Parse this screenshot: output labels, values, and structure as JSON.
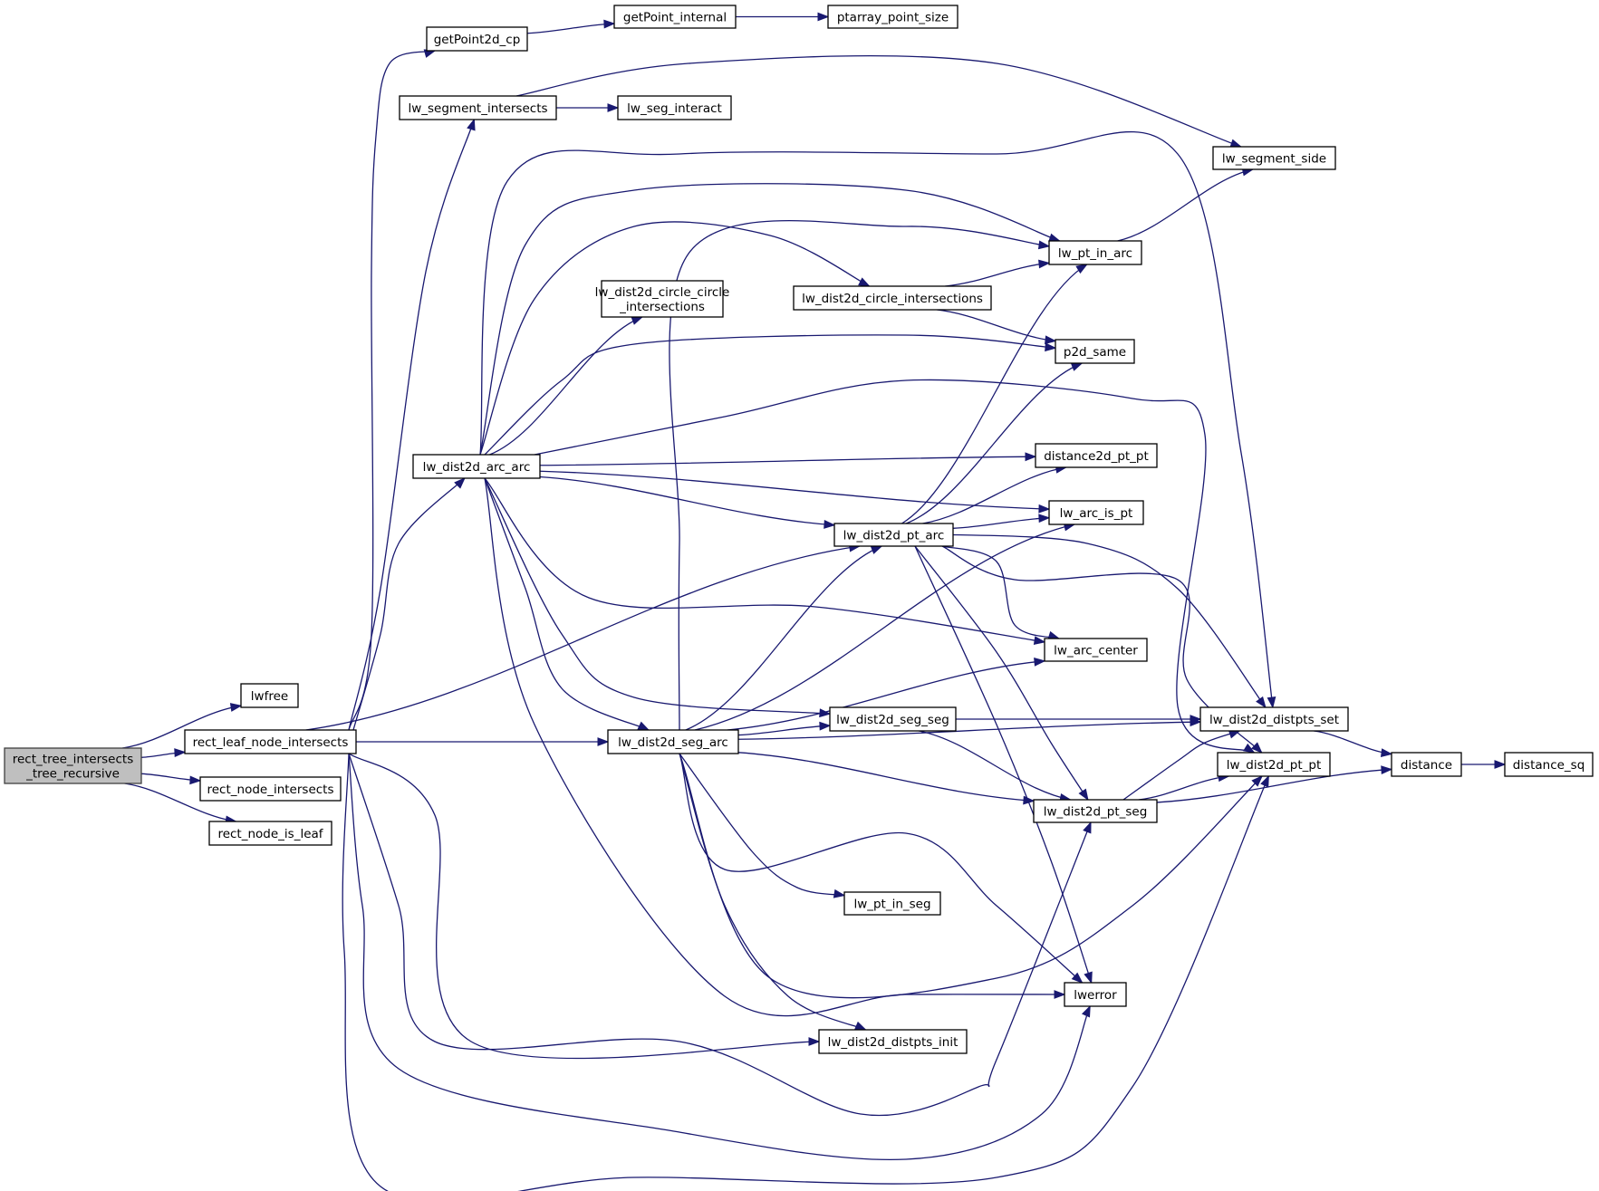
{
  "title": "rect_tree_intersects_tree_recursive call graph",
  "colors": {
    "edge": "#191970",
    "root_fill": "#bfbfbf",
    "node_fill": "#ffffff",
    "node_border": "#000000"
  },
  "nodes": [
    {
      "id": "root",
      "label": [
        "rect_tree_intersects",
        "_tree_recursive"
      ],
      "root": true
    },
    {
      "id": "lwfree",
      "label": [
        "lwfree"
      ]
    },
    {
      "id": "rect_leaf_node_intersects",
      "label": [
        "rect_leaf_node_intersects"
      ]
    },
    {
      "id": "rect_node_intersects",
      "label": [
        "rect_node_intersects"
      ]
    },
    {
      "id": "rect_node_is_leaf",
      "label": [
        "rect_node_is_leaf"
      ]
    },
    {
      "id": "getPoint2d_cp",
      "label": [
        "getPoint2d_cp"
      ]
    },
    {
      "id": "getPoint_internal",
      "label": [
        "getPoint_internal"
      ]
    },
    {
      "id": "ptarray_point_size",
      "label": [
        "ptarray_point_size"
      ]
    },
    {
      "id": "lw_segment_intersects",
      "label": [
        "lw_segment_intersects"
      ]
    },
    {
      "id": "lw_seg_interact",
      "label": [
        "lw_seg_interact"
      ]
    },
    {
      "id": "lw_segment_side",
      "label": [
        "lw_segment_side"
      ]
    },
    {
      "id": "lw_pt_in_arc",
      "label": [
        "lw_pt_in_arc"
      ]
    },
    {
      "id": "lw_dist2d_circle_circle_intersections",
      "label": [
        "lw_dist2d_circle_circle",
        "_intersections"
      ]
    },
    {
      "id": "lw_dist2d_circle_intersections",
      "label": [
        "lw_dist2d_circle_intersections"
      ]
    },
    {
      "id": "p2d_same",
      "label": [
        "p2d_same"
      ]
    },
    {
      "id": "lw_dist2d_arc_arc",
      "label": [
        "lw_dist2d_arc_arc"
      ]
    },
    {
      "id": "distance2d_pt_pt",
      "label": [
        "distance2d_pt_pt"
      ]
    },
    {
      "id": "lw_arc_is_pt",
      "label": [
        "lw_arc_is_pt"
      ]
    },
    {
      "id": "lw_dist2d_pt_arc",
      "label": [
        "lw_dist2d_pt_arc"
      ]
    },
    {
      "id": "lw_arc_center",
      "label": [
        "lw_arc_center"
      ]
    },
    {
      "id": "lw_dist2d_seg_seg",
      "label": [
        "lw_dist2d_seg_seg"
      ]
    },
    {
      "id": "lw_dist2d_seg_arc",
      "label": [
        "lw_dist2d_seg_arc"
      ]
    },
    {
      "id": "lw_dist2d_distpts_set",
      "label": [
        "lw_dist2d_distpts_set"
      ]
    },
    {
      "id": "lw_dist2d_pt_pt",
      "label": [
        "lw_dist2d_pt_pt"
      ]
    },
    {
      "id": "distance",
      "label": [
        "distance"
      ]
    },
    {
      "id": "distance_sq",
      "label": [
        "distance_sq"
      ]
    },
    {
      "id": "lw_dist2d_pt_seg",
      "label": [
        "lw_dist2d_pt_seg"
      ]
    },
    {
      "id": "lw_pt_in_seg",
      "label": [
        "lw_pt_in_seg"
      ]
    },
    {
      "id": "lwerror",
      "label": [
        "lwerror"
      ]
    },
    {
      "id": "lw_dist2d_distpts_init",
      "label": [
        "lw_dist2d_distpts_init"
      ]
    }
  ],
  "edges": [
    [
      "root",
      "lwfree"
    ],
    [
      "root",
      "rect_leaf_node_intersects"
    ],
    [
      "root",
      "rect_node_intersects"
    ],
    [
      "root",
      "rect_node_is_leaf"
    ],
    [
      "rect_leaf_node_intersects",
      "getPoint2d_cp"
    ],
    [
      "rect_leaf_node_intersects",
      "lw_segment_intersects"
    ],
    [
      "rect_leaf_node_intersects",
      "lw_dist2d_arc_arc"
    ],
    [
      "rect_leaf_node_intersects",
      "lw_dist2d_pt_arc"
    ],
    [
      "rect_leaf_node_intersects",
      "lw_dist2d_seg_arc"
    ],
    [
      "rect_leaf_node_intersects",
      "lw_dist2d_distpts_init"
    ],
    [
      "rect_leaf_node_intersects",
      "lw_dist2d_pt_seg"
    ],
    [
      "rect_leaf_node_intersects",
      "lwerror"
    ],
    [
      "rect_leaf_node_intersects",
      "lw_dist2d_pt_pt"
    ],
    [
      "getPoint2d_cp",
      "getPoint_internal"
    ],
    [
      "getPoint_internal",
      "ptarray_point_size"
    ],
    [
      "lw_segment_intersects",
      "lw_seg_interact"
    ],
    [
      "lw_segment_intersects",
      "lw_segment_side"
    ],
    [
      "lw_pt_in_arc",
      "lw_segment_side"
    ],
    [
      "lw_dist2d_arc_arc",
      "lw_dist2d_distpts_set"
    ],
    [
      "lw_dist2d_arc_arc",
      "lw_pt_in_arc"
    ],
    [
      "lw_dist2d_arc_arc",
      "lw_dist2d_circle_intersections"
    ],
    [
      "lw_dist2d_arc_arc",
      "lw_dist2d_circle_circle_intersections"
    ],
    [
      "lw_dist2d_arc_arc",
      "p2d_same"
    ],
    [
      "lw_dist2d_arc_arc",
      "lw_dist2d_pt_pt"
    ],
    [
      "lw_dist2d_arc_arc",
      "distance2d_pt_pt"
    ],
    [
      "lw_dist2d_arc_arc",
      "lw_arc_is_pt"
    ],
    [
      "lw_dist2d_arc_arc",
      "lw_dist2d_pt_arc"
    ],
    [
      "lw_dist2d_arc_arc",
      "lw_arc_center"
    ],
    [
      "lw_dist2d_arc_arc",
      "lw_dist2d_seg_seg"
    ],
    [
      "lw_dist2d_arc_arc",
      "lw_dist2d_seg_arc"
    ],
    [
      "lw_dist2d_arc_arc",
      "lwerror"
    ],
    [
      "lw_dist2d_circle_intersections",
      "lw_pt_in_arc"
    ],
    [
      "lw_dist2d_circle_intersections",
      "p2d_same"
    ],
    [
      "lw_dist2d_pt_arc",
      "lw_pt_in_arc"
    ],
    [
      "lw_dist2d_pt_arc",
      "p2d_same"
    ],
    [
      "lw_dist2d_pt_arc",
      "distance2d_pt_pt"
    ],
    [
      "lw_dist2d_pt_arc",
      "lw_arc_is_pt"
    ],
    [
      "lw_dist2d_pt_arc",
      "lw_arc_center"
    ],
    [
      "lw_dist2d_pt_arc",
      "lw_dist2d_distpts_set"
    ],
    [
      "lw_dist2d_pt_arc",
      "lw_dist2d_pt_pt"
    ],
    [
      "lw_dist2d_pt_arc",
      "lw_dist2d_pt_seg"
    ],
    [
      "lw_dist2d_pt_arc",
      "lwerror"
    ],
    [
      "lw_dist2d_seg_arc",
      "lw_pt_in_arc"
    ],
    [
      "lw_dist2d_seg_arc",
      "lw_dist2d_pt_arc"
    ],
    [
      "lw_dist2d_seg_arc",
      "lw_arc_is_pt"
    ],
    [
      "lw_dist2d_seg_arc",
      "lw_arc_center"
    ],
    [
      "lw_dist2d_seg_arc",
      "lw_dist2d_seg_seg"
    ],
    [
      "lw_dist2d_seg_arc",
      "lw_dist2d_distpts_set"
    ],
    [
      "lw_dist2d_seg_arc",
      "lw_dist2d_pt_seg"
    ],
    [
      "lw_dist2d_seg_arc",
      "lw_pt_in_seg"
    ],
    [
      "lw_dist2d_seg_arc",
      "lw_dist2d_pt_pt"
    ],
    [
      "lw_dist2d_seg_arc",
      "lwerror"
    ],
    [
      "lw_dist2d_seg_arc",
      "lw_dist2d_distpts_init"
    ],
    [
      "lw_dist2d_seg_seg",
      "lw_dist2d_distpts_set"
    ],
    [
      "lw_dist2d_seg_seg",
      "lw_dist2d_pt_seg"
    ],
    [
      "lw_dist2d_distpts_set",
      "distance"
    ],
    [
      "lw_dist2d_pt_seg",
      "lw_dist2d_distpts_set"
    ],
    [
      "lw_dist2d_pt_seg",
      "lw_dist2d_pt_pt"
    ],
    [
      "lw_dist2d_pt_seg",
      "distance"
    ],
    [
      "distance",
      "distance_sq"
    ]
  ]
}
